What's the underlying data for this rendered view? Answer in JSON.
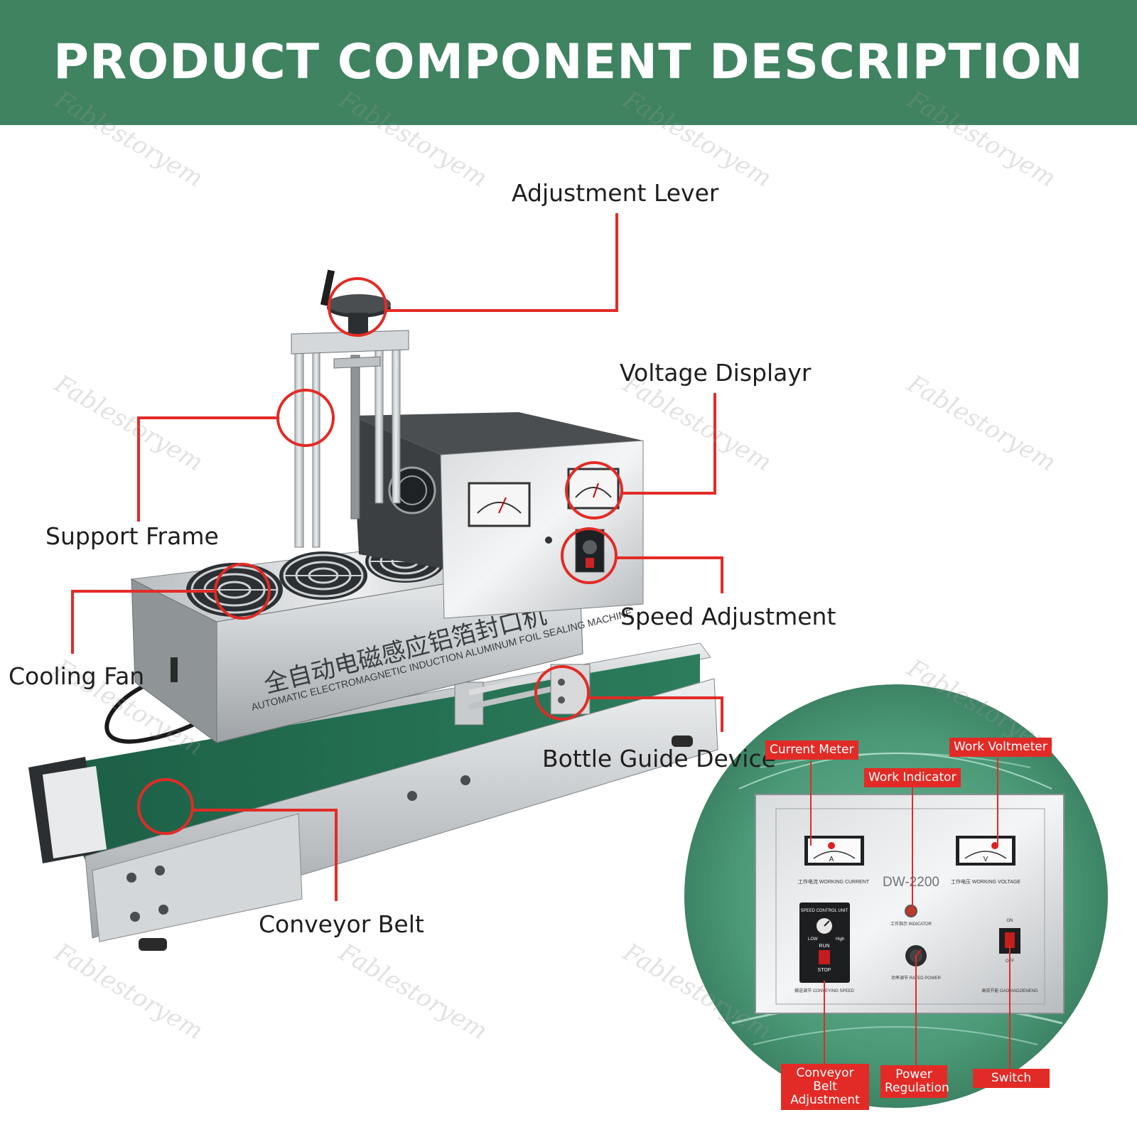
{
  "header": {
    "title": "PRODUCT COMPONENT DESCRIPTION",
    "background": "#3f8360"
  },
  "watermark": "Fablestoryem",
  "callouts": {
    "adjustment_lever": "Adjustment Lever",
    "voltage_display": "Voltage Displayr",
    "support_frame": "Support Frame",
    "speed_adjustment": "Speed Adjustment",
    "cooling_fan": "Cooling Fan",
    "bottle_guide": "Bottle Guide Device",
    "conveyor_belt": "Conveyor Belt"
  },
  "machine": {
    "chinese_label": "全自动电磁感应铝箔封口机",
    "english_label": "AUTOMATIC ELECTROMAGNETIC INDUCTION ALUMINUM FOIL SEALING MACHINE"
  },
  "panel": {
    "model": "DW-2200",
    "current_meter_caption": "工作电流 WORKING CURRENT",
    "voltage_meter_caption": "工作电压 WORKING VOLTAGE",
    "speed_controller_title": "SPEED CONTROL UNIT",
    "run": "RUN",
    "stop": "STOP",
    "low": "LOW",
    "high": "High",
    "conveying_caption": "输送调节 CONVEYING SPEED",
    "indicator_caption": "工作指示 INDICATOR",
    "power_caption": "功率调节 RATED POWER",
    "switch_on": "ON",
    "switch_off": "OFF",
    "switch_caption": "高效节能 GAOXIAOJIENENG",
    "meter_a": "A",
    "meter_v": "V",
    "tags": {
      "current_meter": "Current Meter",
      "work_voltmeter": "Work Voltmeter",
      "work_indicator": "Work Indicator",
      "conveyor_belt_adjustment": "Conveyor Belt Adjustment",
      "power_regulation": "Power Regulation",
      "switch": "Switch"
    }
  },
  "colors": {
    "accent_red": "#e22b26",
    "belt_green": "#1f6b4f",
    "steel": "#c9ccce"
  }
}
